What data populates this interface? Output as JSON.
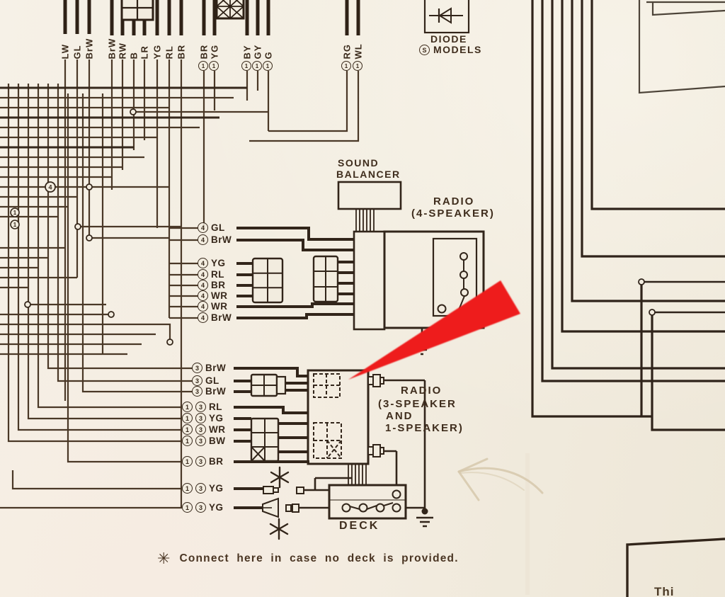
{
  "title": "Car audio wiring diagram (service manual photo) with red arrow annotation",
  "colors": {
    "paper": "#f2ecdf",
    "ink": "#33251a",
    "red_arrow": "#ee1b1d",
    "pencil_arrow": "#d6c8ac"
  },
  "badges": {
    "one": "1",
    "three": "3",
    "four": "4",
    "s": "S"
  },
  "top_wire_labels": [
    "LW",
    "GL",
    "BrW",
    "BrW",
    "RW",
    "B",
    "LR",
    "YG",
    "RL",
    "BR",
    "BR",
    "YG",
    "BY",
    "GY",
    "G",
    "RG",
    "WL"
  ],
  "connector_rows": {
    "four": [
      "GL",
      "BrW",
      "YG",
      "RL",
      "BR",
      "WR",
      "WR",
      "BrW"
    ],
    "three": [
      "BrW",
      "GL",
      "BrW"
    ],
    "one_three": [
      "RL",
      "YG",
      "WR",
      "BW",
      "BR"
    ],
    "one_three_yg": [
      "YG",
      "YG"
    ]
  },
  "components": {
    "diode_models": {
      "line1": "DIODE",
      "line2": "MODELS"
    },
    "sound_balancer": {
      "line1": "SOUND",
      "line2": "BALANCER"
    },
    "radio_4_speaker": {
      "line1": "RADIO",
      "line2": "(4-SPEAKER)"
    },
    "radio_3_speaker": {
      "line1": "RADIO",
      "line2": "(3-SPEAKER",
      "line3": "AND",
      "line4": "1-SPEAKER)"
    },
    "deck": {
      "label": "DECK"
    }
  },
  "note": {
    "symbol": "✳",
    "text": "Connect here in case no deck is provided."
  },
  "partial_text_bottom_right": "Thi"
}
